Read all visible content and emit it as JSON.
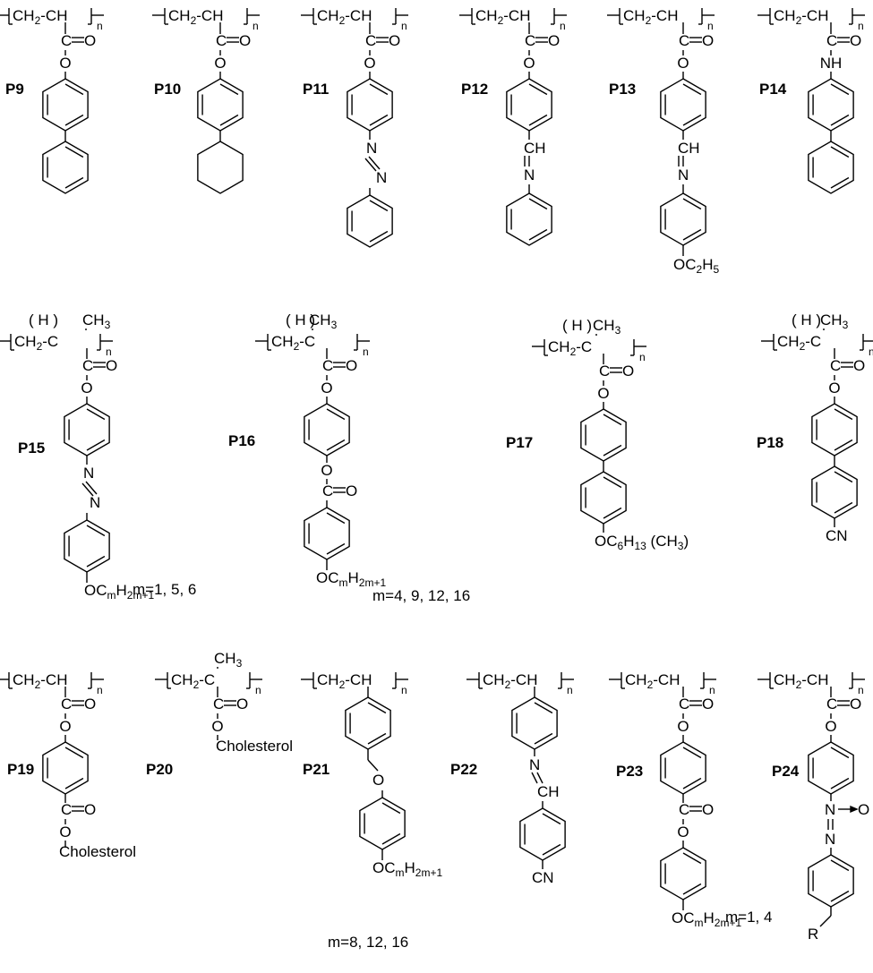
{
  "polymers": [
    {
      "label": "P9",
      "backbone": {
        "segments": [
          "CH",
          "2",
          "-CH"
        ]
      },
      "linkers": [
        "C=O",
        "O"
      ],
      "terminal": ""
    },
    {
      "label": "P10",
      "backbone": {
        "segments": [
          "CH",
          "2",
          "-CH"
        ]
      },
      "linkers": [
        "C=O",
        "O"
      ],
      "terminal": ""
    },
    {
      "label": "P11",
      "backbone": {
        "segments": [
          "CH",
          "2",
          "-CH"
        ]
      },
      "linkers": [
        "C=O",
        "O",
        "N",
        "N"
      ],
      "terminal": ""
    },
    {
      "label": "P12",
      "backbone": {
        "segments": [
          "CH",
          "2",
          "-CH"
        ]
      },
      "linkers": [
        "C=O",
        "O",
        "CH",
        "N"
      ],
      "terminal": ""
    },
    {
      "label": "P13",
      "backbone": {
        "segments": [
          "CH",
          "2",
          "-CH"
        ]
      },
      "linkers": [
        "C=O",
        "O",
        "CH",
        "N"
      ],
      "terminal": {
        "segments": [
          "OC",
          "2",
          "H",
          "5"
        ]
      }
    },
    {
      "label": "P14",
      "backbone": {
        "segments": [
          "CH",
          "2",
          "-CH"
        ]
      },
      "linkers": [
        "C=O",
        "NH"
      ],
      "terminal": ""
    },
    {
      "label": "P15",
      "backbone": {
        "prefix": "( H )",
        "segments": [
          "CH",
          "2",
          "-C"
        ],
        "methyl": "CH3"
      },
      "linkers": [
        "C=O",
        "O",
        "N",
        "N"
      ],
      "terminal": {
        "segments": [
          "OC",
          "m",
          "H",
          "2m+1"
        ]
      },
      "note": "m=1, 5, 6"
    },
    {
      "label": "P16",
      "backbone": {
        "prefix": "( H )",
        "segments": [
          "CH",
          "2",
          "-C"
        ],
        "methyl": "CH3"
      },
      "linkers": [
        "C=O",
        "O",
        "O",
        "C=O"
      ],
      "terminal": {
        "segments": [
          "OC",
          "m",
          "H",
          "2m+1"
        ]
      },
      "note": "m=4, 9, 12, 16"
    },
    {
      "label": "P17",
      "backbone": {
        "prefix": "( H )",
        "segments": [
          "CH",
          "2",
          "-C"
        ],
        "methyl": "CH3"
      },
      "linkers": [
        "C=O",
        "O"
      ],
      "terminal": {
        "segments": [
          "OC",
          "6",
          "H",
          "13",
          " (CH",
          "3",
          ")"
        ]
      }
    },
    {
      "label": "P18",
      "backbone": {
        "prefix": "( H )",
        "segments": [
          "CH",
          "2",
          "-C"
        ],
        "methyl": "CH3"
      },
      "linkers": [
        "C=O",
        "O"
      ],
      "terminal": {
        "segments": [
          "CN"
        ]
      }
    },
    {
      "label": "P19",
      "backbone": {
        "segments": [
          "CH",
          "2",
          "-CH"
        ]
      },
      "linkers": [
        "C=O",
        "O",
        "C=O",
        "O"
      ],
      "terminal": {
        "segments": [
          "Cholesterol"
        ]
      }
    },
    {
      "label": "P20",
      "backbone": {
        "segments": [
          "CH",
          "2",
          "-C"
        ],
        "methyl": "CH3"
      },
      "linkers": [
        "C=O",
        "O"
      ],
      "terminal": {
        "segments": [
          "Cholesterol"
        ]
      }
    },
    {
      "label": "P21",
      "backbone": {
        "segments": [
          "CH",
          "2",
          "-CH"
        ]
      },
      "linkers": [
        "O"
      ],
      "terminal": {
        "segments": [
          "OC",
          "m",
          "H",
          "2m+1"
        ]
      },
      "note": "m=8, 12, 16"
    },
    {
      "label": "P22",
      "backbone": {
        "segments": [
          "CH",
          "2",
          "-CH"
        ]
      },
      "linkers": [
        "N",
        "CH"
      ],
      "terminal": {
        "segments": [
          "CN"
        ]
      }
    },
    {
      "label": "P23",
      "backbone": {
        "segments": [
          "CH",
          "2",
          "-CH"
        ]
      },
      "linkers": [
        "C=O",
        "O",
        "C=O",
        "O"
      ],
      "terminal": {
        "segments": [
          "OC",
          "m",
          "H",
          "2m+1"
        ]
      },
      "note": "m=1, 4"
    },
    {
      "label": "P24",
      "backbone": {
        "segments": [
          "CH",
          "2",
          "-CH"
        ]
      },
      "linkers": [
        "C=O",
        "O",
        "N",
        "O",
        "N"
      ],
      "terminal": {
        "segments": [
          "R"
        ]
      }
    }
  ],
  "repeat_subscript": "n"
}
